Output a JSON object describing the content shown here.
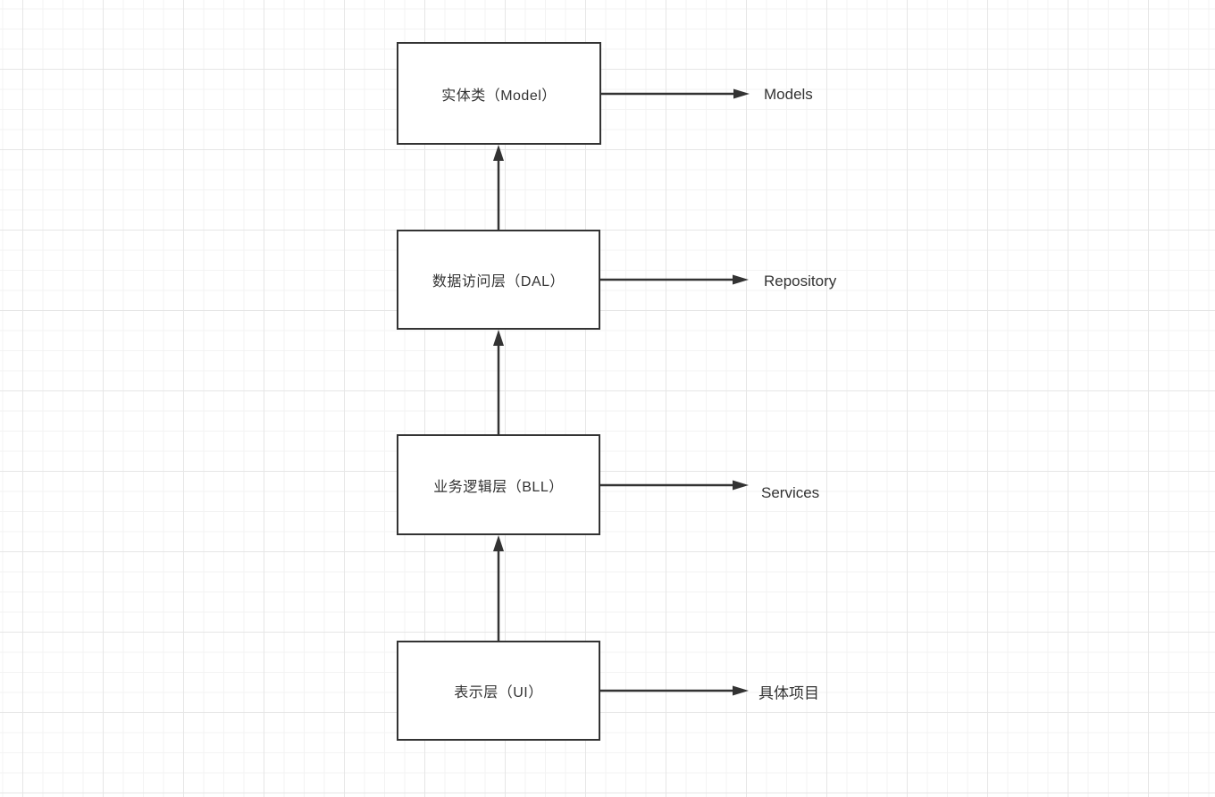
{
  "canvas": {
    "background_color": "#ffffff",
    "grid_minor_color": "#f3f3f3",
    "grid_major_color": "#e6e6e6",
    "line_color": "#333333",
    "text_color": "#333333"
  },
  "diagram": {
    "nodes": [
      {
        "id": "model",
        "label": "实体类（Model）"
      },
      {
        "id": "dal",
        "label": "数据访问层（DAL）"
      },
      {
        "id": "bll",
        "label": "业务逻辑层（BLL）"
      },
      {
        "id": "ui",
        "label": "表示层（UI）"
      }
    ],
    "side_labels": [
      {
        "for": "model",
        "text": "Models"
      },
      {
        "for": "dal",
        "text": "Repository"
      },
      {
        "for": "bll",
        "text": "Services"
      },
      {
        "for": "ui",
        "text": "具体项目"
      }
    ],
    "edges": [
      {
        "from": "ui",
        "to": "bll",
        "direction": "up",
        "style": "solid-arrow"
      },
      {
        "from": "bll",
        "to": "dal",
        "direction": "up",
        "style": "solid-arrow"
      },
      {
        "from": "dal",
        "to": "model",
        "direction": "up",
        "style": "solid-arrow"
      },
      {
        "from": "model",
        "to": "Models",
        "direction": "right",
        "style": "solid-arrow"
      },
      {
        "from": "dal",
        "to": "Repository",
        "direction": "right",
        "style": "solid-arrow"
      },
      {
        "from": "bll",
        "to": "Services",
        "direction": "right",
        "style": "solid-arrow"
      },
      {
        "from": "ui",
        "to": "具体项目",
        "direction": "right",
        "style": "solid-arrow"
      }
    ]
  }
}
